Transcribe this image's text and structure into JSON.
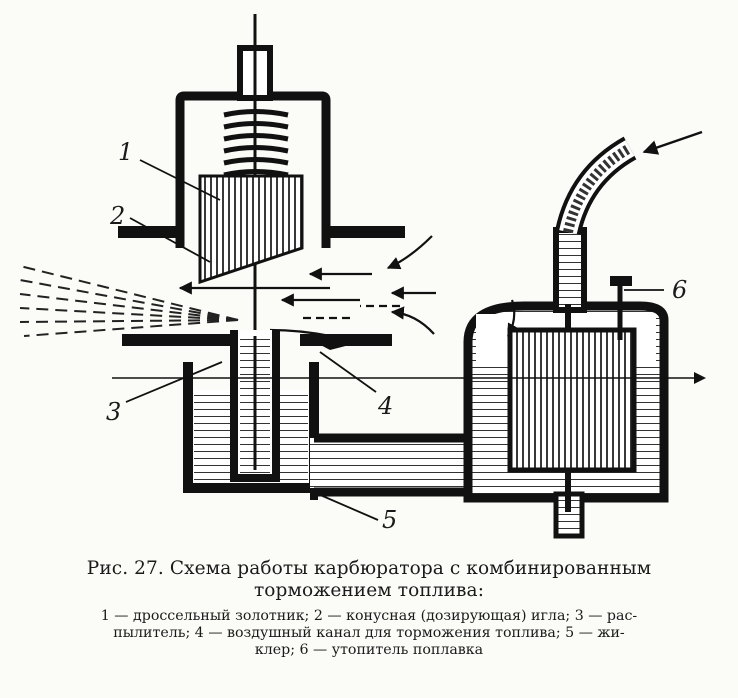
{
  "labels": {
    "l1": "1",
    "l2": "2",
    "l3": "3",
    "l4": "4",
    "l5": "5",
    "l6": "6"
  },
  "caption": {
    "title_line1": "Рис. 27. Схема работы карбюратора с комбинированным",
    "title_line2": "торможением топлива:",
    "legend_line1": "1 — дроссельный золотник; 2 — конусная (дозирующая) игла; 3 — рас-",
    "legend_line2": "пылитель; 4 — воздушный канал для торможения топлива; 5 — жи-",
    "legend_line3": "клер; 6 — утопитель поплавка"
  }
}
